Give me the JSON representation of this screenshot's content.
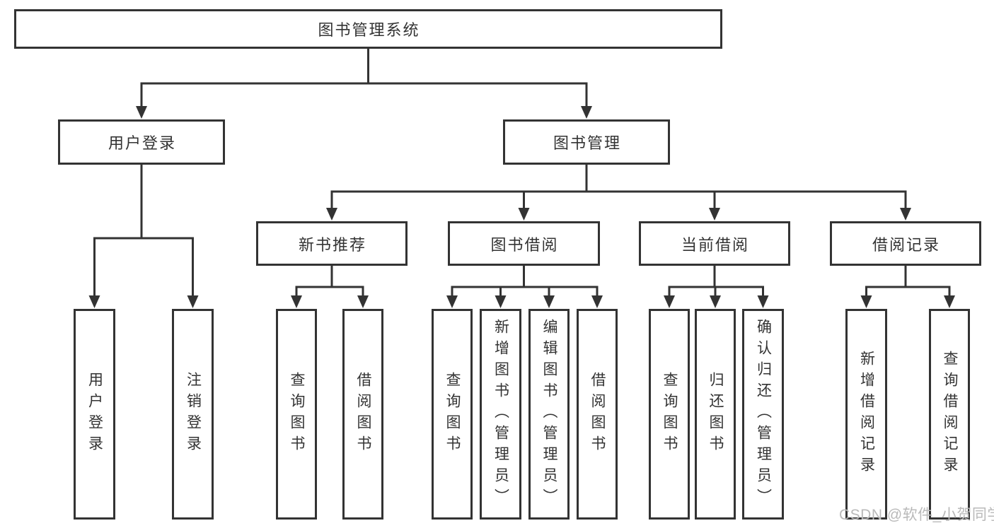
{
  "diagram": {
    "title": "图书管理系统",
    "nodes": [
      {
        "id": "system",
        "label": "图书管理系统",
        "parent": null
      },
      {
        "id": "user-login",
        "label": "用户登录",
        "parent": "system"
      },
      {
        "id": "book-mgmt",
        "label": "图书管理",
        "parent": "system"
      },
      {
        "id": "leaf-user-login",
        "label": "用户登录",
        "parent": "user-login"
      },
      {
        "id": "leaf-logout",
        "label": "注销登录",
        "parent": "user-login"
      },
      {
        "id": "new-book-rec",
        "label": "新书推荐",
        "parent": "book-mgmt"
      },
      {
        "id": "book-borrow",
        "label": "图书借阅",
        "parent": "book-mgmt"
      },
      {
        "id": "current-borrow",
        "label": "当前借阅",
        "parent": "book-mgmt"
      },
      {
        "id": "borrow-records",
        "label": "借阅记录",
        "parent": "book-mgmt"
      },
      {
        "id": "leaf-query-books-rec",
        "label": "查询图书",
        "parent": "new-book-rec"
      },
      {
        "id": "leaf-borrow-books-rec",
        "label": "借阅图书",
        "parent": "new-book-rec"
      },
      {
        "id": "leaf-query-books-borrow",
        "label": "查询图书",
        "parent": "book-borrow"
      },
      {
        "id": "leaf-add-books",
        "label": "新增图书（管理员）",
        "parent": "book-borrow"
      },
      {
        "id": "leaf-edit-books",
        "label": "编辑图书（管理员）",
        "parent": "book-borrow"
      },
      {
        "id": "leaf-borrow-books",
        "label": "借阅图书",
        "parent": "book-borrow"
      },
      {
        "id": "leaf-query-books-current",
        "label": "查询图书",
        "parent": "current-borrow"
      },
      {
        "id": "leaf-return-books",
        "label": "归还图书",
        "parent": "current-borrow"
      },
      {
        "id": "leaf-confirm-return",
        "label": "确认归还（管理员）",
        "parent": "current-borrow"
      },
      {
        "id": "leaf-add-borrow-record",
        "label": "新增借阅记录",
        "parent": "borrow-records"
      },
      {
        "id": "leaf-query-borrow-record",
        "label": "查询借阅记录",
        "parent": "borrow-records"
      }
    ]
  },
  "watermark": {
    "text": "CSDN @软件_小贺同学"
  },
  "colors": {
    "line": "#333333",
    "text": "#333333",
    "background": "#ffffff",
    "watermark": "#b9b9b9"
  }
}
